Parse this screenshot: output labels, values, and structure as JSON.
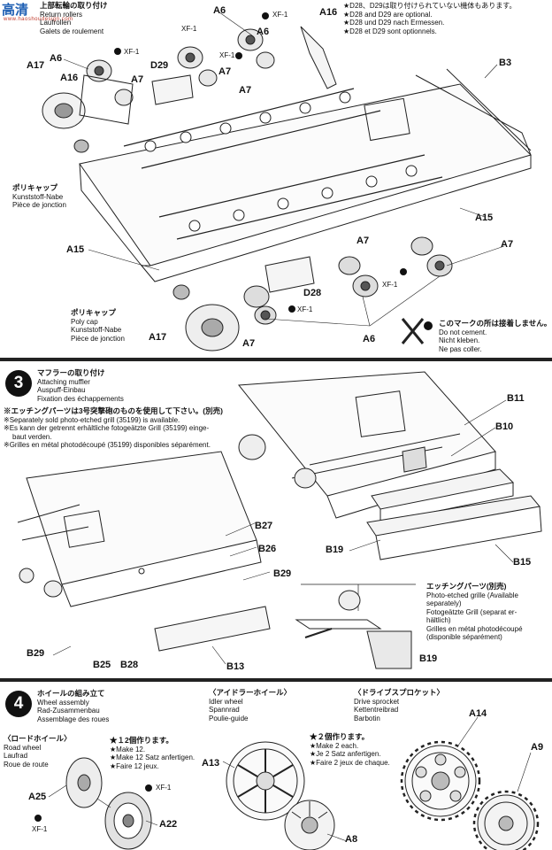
{
  "watermark": {
    "logo": "高清",
    "url": "www.haoshoudesign.com"
  },
  "step2": {
    "title": [
      "上部転輪の取り付け",
      "Return rollers",
      "Laufrollen",
      "Galets de roulement"
    ],
    "note": [
      "★D28、D29は取り付けられていない機体もあります。",
      "★D28 and D29 are optional.",
      "★D28 und D29 nach Ermessen.",
      "★D28 et D29 sont optionnels."
    ],
    "parts": {
      "a6_1": "A6",
      "a6_2": "A6",
      "a6_3": "A6",
      "a16_1": "A16",
      "a16_2": "A16",
      "a17_1": "A17",
      "a17_2": "A17",
      "a7_1": "A7",
      "a7_2": "A7",
      "a7_3": "A7",
      "a7_4": "A7",
      "a7_5": "A7",
      "a7_6": "A7",
      "a15_1": "A15",
      "a15_2": "A15",
      "b3": "B3",
      "d28": "D28",
      "d29": "D29",
      "xf1_1": "XF-1",
      "xf1_2": "XF-1",
      "xf1_3": "XF-1",
      "xf1_4": "XF-1",
      "xf1_5": "XF-1"
    },
    "polycap1": [
      "ポリキャップ",
      "Kunststoff-Nabe",
      "Pièce de jonction"
    ],
    "polycap2": [
      "ポリキャップ",
      "Poly cap",
      "Kunststoff-Nabe",
      "Pièce de jonction"
    ],
    "no_cement": [
      "このマークの所は接着しません。",
      "Do not cement.",
      "Nicht kleben.",
      "Ne pas coller."
    ]
  },
  "step3": {
    "number": "3",
    "title": [
      "マフラーの取り付け",
      "Attaching muffler",
      "Auspuff-Einbau",
      "Fixation des échappements"
    ],
    "note": [
      "※エッチングパーツは3号突撃砲のものを使用して下さい。(別売)",
      "※Separately sold photo-etched grill (35199) is available.",
      "※Es kann der getrennt erhältliche fotogeätzte Grill (35199) einge-",
      "baut verden.",
      "※Grilles en métal photodécoupé (35199) disponibles séparément."
    ],
    "parts": {
      "b11": "B11",
      "b10": "B10",
      "b19_1": "B19",
      "b19_2": "B19",
      "b15": "B15",
      "b27": "B27",
      "b26": "B26",
      "b29_1": "B29",
      "b29_2": "B29",
      "b25": "B25",
      "b28": "B28",
      "b13": "B13"
    },
    "etched": [
      "エッチングパーツ(別売)",
      "Photo-etched grille (Available",
      "separately)",
      "Fotogeätzte Grill (separat er-",
      "hältlich)",
      "Grilles en métal photodécoupé",
      "(disponible séparément)"
    ]
  },
  "step4": {
    "number": "4",
    "title": [
      "ホイールの組み立て",
      "Wheel assembly",
      "Rad-Zusammenbau",
      "Assemblage des roues"
    ],
    "road": [
      "〈ロードホイール〉",
      "Road wheel",
      "Laufrad",
      "Roue de route"
    ],
    "road_note": [
      "★１2個作ります。",
      "★Make 12.",
      "★Make 12 Satz anfertigen.",
      "★Faire 12 jeux."
    ],
    "idler": [
      "〈アイドラーホイール〉",
      "Idler wheel",
      "Spannrad",
      "Poulie-guide"
    ],
    "idler_note": [
      "★２個作ります。",
      "★Make 2 each.",
      "★Je 2 Satz anfertigen.",
      "★Faire 2 jeux de chaque."
    ],
    "drive": [
      "〈ドライブスプロケット〉",
      "Drive sprocket",
      "Kettentreibrad",
      "Barbotin"
    ],
    "parts": {
      "a25": "A25",
      "a22": "A22",
      "a13": "A13",
      "a8": "A8",
      "a14": "A14",
      "a9": "A9",
      "xf1_a": "XF-1",
      "xf1_b": "XF-1"
    }
  }
}
